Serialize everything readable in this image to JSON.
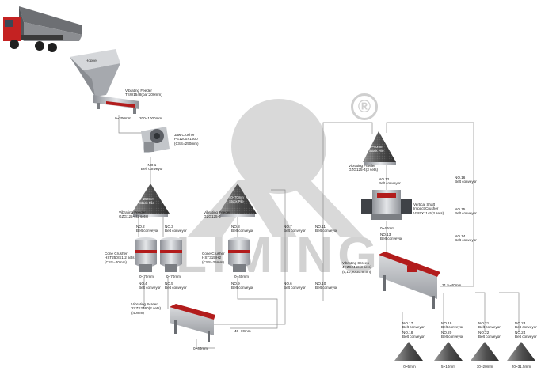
{
  "brand": {
    "watermark": "LIMING",
    "registered_mark": "®"
  },
  "colors": {
    "accent_red": "#b21c1c",
    "steel": "#b9bcc1",
    "stone": "#6a6a6a",
    "watermark": "#d2d2d2",
    "line": "#8a8a8a"
  },
  "equipment": {
    "hopper": {
      "label": "Hopper"
    },
    "feeder1": {
      "lines": [
        "Vibrating Feeder",
        "TSW1548(bar:200mm)"
      ]
    },
    "jaw": {
      "lines": [
        "Jaw Crusher",
        "PE1200X1500",
        "(CSS=250mm)"
      ]
    },
    "pile1": {
      "lines": [
        "0~250mm",
        "Stock Pile"
      ]
    },
    "feeder2": {
      "lines": [
        "Vibrating Feeder",
        "GZG125-4(2 sets)"
      ]
    },
    "cone1": {
      "lines": [
        "Cone Crusher",
        "HST250/S1(2 sets)",
        "(CSS=40mm)"
      ]
    },
    "pile2": {
      "lines": [
        "40~70mm",
        "Stock Pile"
      ]
    },
    "feeder3": {
      "lines": [
        "Vibrating Feeder",
        "GZG125-4"
      ]
    },
    "cone2": {
      "lines": [
        "Cone Crusher",
        "HST315/H2",
        "(CSS=25mm)"
      ]
    },
    "screen1": {
      "lines": [
        "Vibrating Screen",
        "2YZS2460(2 sets)",
        "(40mm)"
      ]
    },
    "pile3": {
      "lines": [
        "0~40mm",
        "Stock Pile"
      ]
    },
    "feeder4": {
      "lines": [
        "Vibrating Feeder",
        "GZG125-4(3 sets)"
      ]
    },
    "vsi": {
      "lines": [
        "Vertical Shaft",
        "Impact Crusher",
        "VSI5X1145(3 sets)"
      ]
    },
    "screen2": {
      "lines": [
        "Vibrating Screen",
        "4YZS2460(3 sets)",
        "(5,10,20,31.5mm)"
      ]
    }
  },
  "conveyors": {
    "no1": [
      "NO.1",
      "Belt conveyor"
    ],
    "no2": [
      "NO.2",
      "Belt conveyor"
    ],
    "no3": [
      "NO.3",
      "Belt conveyor"
    ],
    "no4": [
      "NO.4",
      "Belt conveyor"
    ],
    "no5": [
      "NO.5",
      "Belt conveyor"
    ],
    "no6": [
      "NO.6",
      "Belt conveyor"
    ],
    "no7": [
      "NO.7",
      "Belt conveyor"
    ],
    "no8": [
      "NO.8",
      "Belt conveyor"
    ],
    "no9": [
      "NO.9",
      "Belt conveyor"
    ],
    "no10": [
      "NO.10",
      "Belt conveyor"
    ],
    "no11": [
      "NO.11",
      "Belt conveyor"
    ],
    "no12": [
      "NO.12",
      "Belt conveyor"
    ],
    "no13": [
      "NO.13",
      "Belt conveyor"
    ],
    "no14": [
      "NO.14",
      "Belt conveyor"
    ],
    "no15": [
      "NO.15",
      "Belt conveyor"
    ],
    "no16": [
      "NO.16",
      "Belt conveyor"
    ],
    "no17": [
      "NO.17",
      "Belt conveyor"
    ],
    "no18": [
      "NO.18",
      "Belt conveyor"
    ],
    "no19": [
      "NO.19",
      "Belt conveyor"
    ],
    "no20": [
      "NO.20",
      "Belt conveyor"
    ],
    "no21": [
      "NO.21",
      "Belt conveyor"
    ],
    "no22": [
      "NO.22",
      "Belt conveyor"
    ],
    "no23": [
      "NO.23",
      "Belt conveyor"
    ],
    "no24": [
      "NO.24",
      "Belt conveyor"
    ]
  },
  "sizes": {
    "feed_fine": "0~200mm",
    "feed_coarse": "200~1000mm",
    "cone1_out_a": "0~70mm",
    "cone1_out_b": "0~70mm",
    "cone2_out": "0~40mm",
    "screen1_oversize": "40~70mm",
    "screen1_undersize": "0~40mm",
    "vsi_out": "0~40mm",
    "screen2_oversize": "31.5~40mm"
  },
  "products": [
    {
      "label": "0~5mm"
    },
    {
      "label": "5~10mm"
    },
    {
      "label": "10~20mm"
    },
    {
      "label": "20~31.5mm"
    }
  ]
}
